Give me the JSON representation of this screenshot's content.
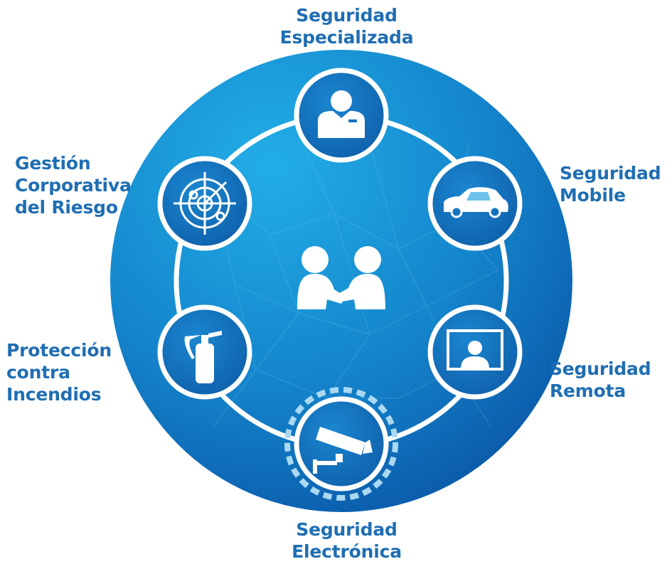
{
  "colors": {
    "text": "#1f6eb3",
    "circle_light": "#1ea6e0",
    "circle_dark": "#0d5fae",
    "node_fill": "#1673bf",
    "ring": "#ffffff",
    "dash_ring": "#a9d8f2"
  },
  "center": {
    "icon": "handshake-icon"
  },
  "nodes": [
    {
      "id": "especializada",
      "icon": "security-guard-icon",
      "label": [
        "Seguridad",
        "Especializada"
      ]
    },
    {
      "id": "mobile",
      "icon": "car-icon",
      "label": [
        "Seguridad",
        "Mobile"
      ]
    },
    {
      "id": "remota",
      "icon": "monitor-operator-icon",
      "label": [
        "Seguridad",
        "Remota"
      ]
    },
    {
      "id": "electronica",
      "icon": "security-camera-icon",
      "label": [
        "Seguridad",
        "Electrónica"
      ],
      "highlighted": true
    },
    {
      "id": "incendios",
      "icon": "fire-extinguisher-icon",
      "label": [
        "Protección",
        "contra",
        "Incendios"
      ]
    },
    {
      "id": "gestion",
      "icon": "radar-icon",
      "label": [
        "Gestión",
        "Corporativa",
        "del Riesgo"
      ]
    }
  ]
}
